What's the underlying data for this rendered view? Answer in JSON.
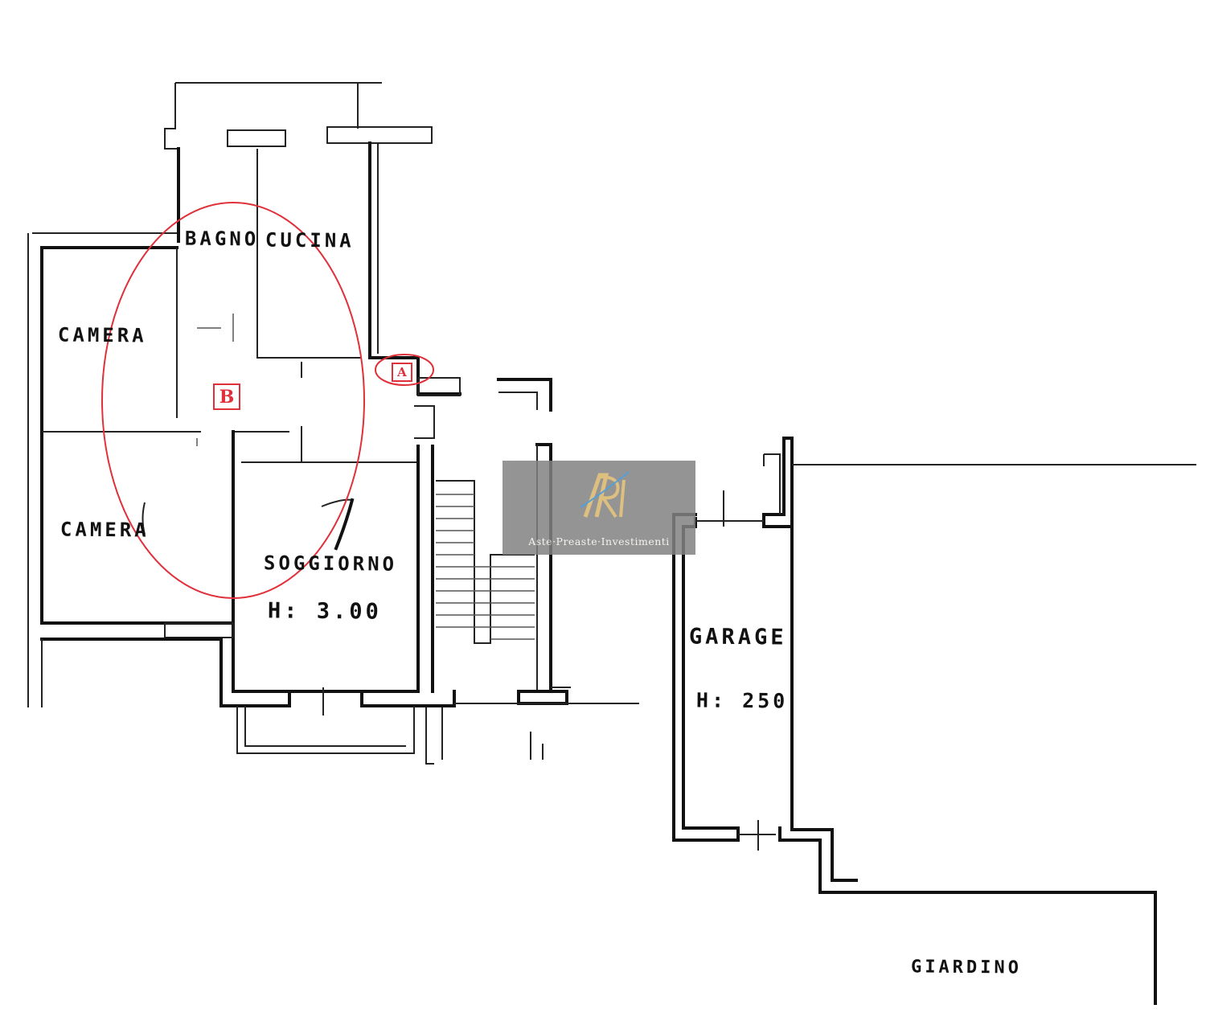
{
  "rooms": {
    "bagno": "BAGNO",
    "cucina": "CUCINA",
    "camera_upper": "CAMERA",
    "camera_lower": "CAMERA",
    "soggiorno": "SOGGIORNO",
    "soggiorno_height": "H: 3.00",
    "garage": "GARAGE",
    "garage_height": "H: 250",
    "giardino": "GIARDINO"
  },
  "markers": {
    "a": "A",
    "b": "B",
    "color": "#e0303a"
  },
  "watermark": {
    "logo_letters": "ARI",
    "text": "Aste·Preaste·Investimenti",
    "box_color": "#828282",
    "logo_gold": "#d8b46a",
    "logo_blue": "#3a8fd0"
  }
}
